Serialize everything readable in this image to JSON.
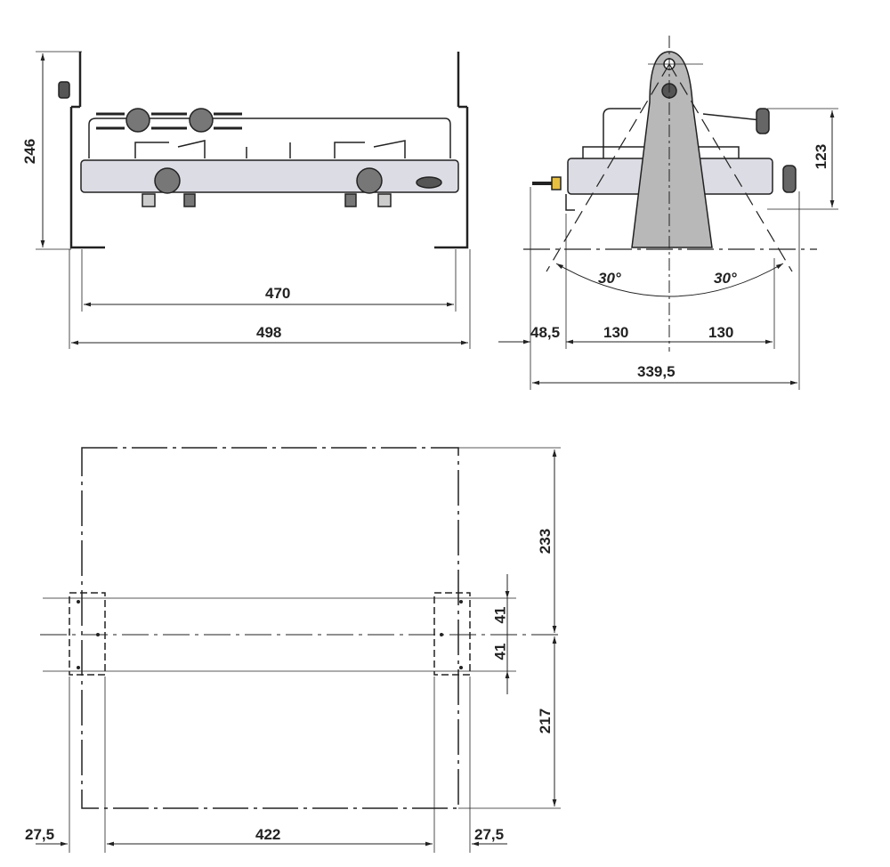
{
  "front_view": {
    "height": "246",
    "inner_width": "470",
    "outer_width": "498"
  },
  "side_view": {
    "angle_left": "30°",
    "angle_right": "30°",
    "knob_height": "123",
    "offset": "48,5",
    "half_left": "130",
    "half_right": "130",
    "total_depth": "339,5"
  },
  "plan_view": {
    "top_depth": "233",
    "bottom_depth": "217",
    "slot_upper": "41",
    "slot_lower": "41",
    "margin_left": "27,5",
    "center_width": "422",
    "margin_right": "27,5"
  },
  "colors": {
    "line": "#222222",
    "body": "#d8d8e0",
    "knob": "#707070",
    "tower": "#b8b8b8"
  }
}
